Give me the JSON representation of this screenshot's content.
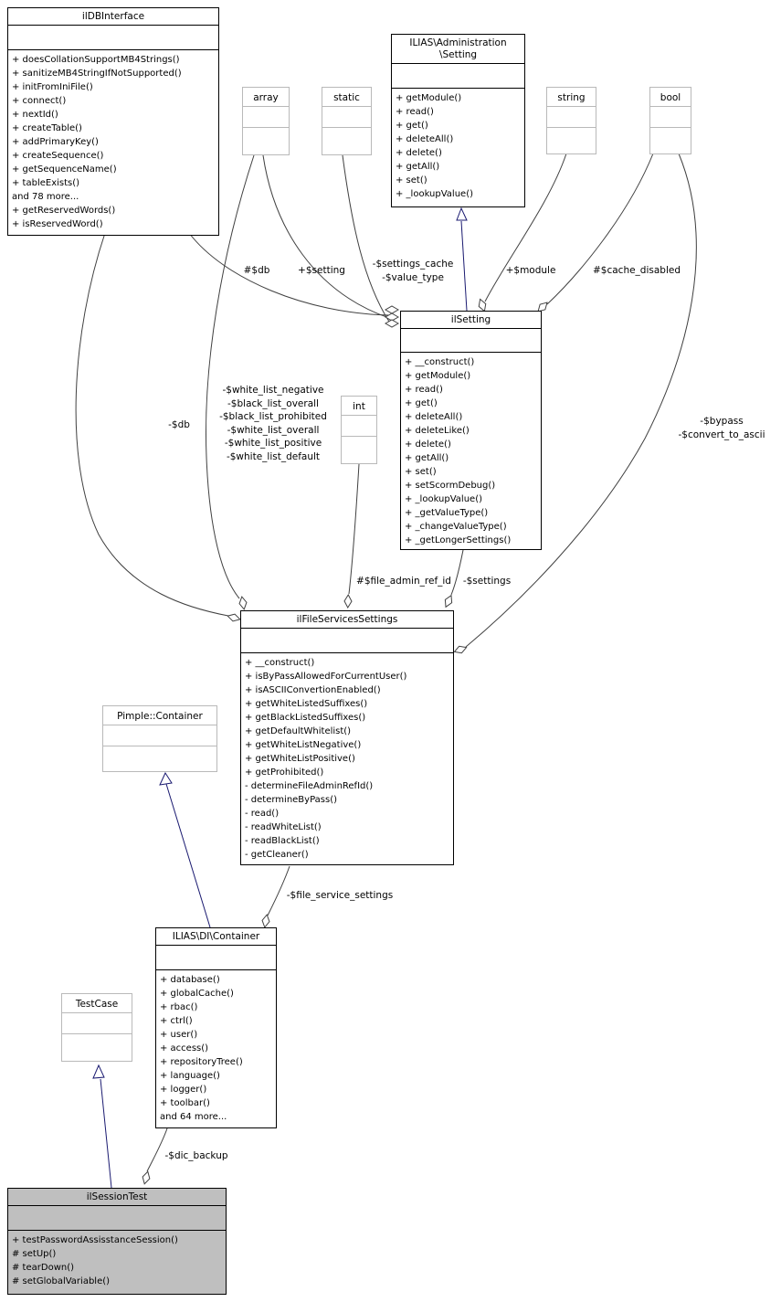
{
  "colors": {
    "class_border": "#000000",
    "primitive_border": "#b9b9b9",
    "inheritance_edge": "#191970",
    "aggregation_edge": "#404040",
    "highlight_fill": "#bfbfbf",
    "background": "#ffffff"
  },
  "classes": [
    {
      "title": "ilDBInterface",
      "methods": [
        "+ doesCollationSupportMB4Strings()",
        "+ sanitizeMB4StringIfNotSupported()",
        "+ initFromIniFile()",
        "+ connect()",
        "+ nextId()",
        "+ createTable()",
        "+ addPrimaryKey()",
        "+ createSequence()",
        "+ getSequenceName()",
        "+ tableExists()",
        "and 78 more...",
        "+ getReservedWords()",
        "+ isReservedWord()"
      ]
    },
    {
      "title": "array",
      "methods": []
    },
    {
      "title": "static",
      "methods": []
    },
    {
      "title": "ILIAS\\Administration\n\\Setting",
      "methods": [
        "+ getModule()",
        "+ read()",
        "+ get()",
        "+ deleteAll()",
        "+ delete()",
        "+ getAll()",
        "+ set()",
        "+ _lookupValue()"
      ]
    },
    {
      "title": "string",
      "methods": []
    },
    {
      "title": "bool",
      "methods": []
    },
    {
      "title": "ilSetting",
      "methods": [
        "+ __construct()",
        "+ getModule()",
        "+ read()",
        "+ get()",
        "+ deleteAll()",
        "+ deleteLike()",
        "+ delete()",
        "+ getAll()",
        "+ set()",
        "+ setScormDebug()",
        "+ _lookupValue()",
        "+ _getValueType()",
        "+ _changeValueType()",
        "+ _getLongerSettings()"
      ]
    },
    {
      "title": "int",
      "methods": []
    },
    {
      "title": "ilFileServicesSettings",
      "methods": [
        "+ __construct()",
        "+ isByPassAllowedForCurrentUser()",
        "+ isASCIIConvertionEnabled()",
        "+ getWhiteListedSuffixes()",
        "+ getBlackListedSuffixes()",
        "+ getDefaultWhitelist()",
        "+ getWhiteListNegative()",
        "+ getWhiteListPositive()",
        "+ getProhibited()",
        "- determineFileAdminRefId()",
        "- determineByPass()",
        "- read()",
        "- readWhiteList()",
        "- readBlackList()",
        "- getCleaner()"
      ]
    },
    {
      "title": "Pimple::Container",
      "methods": []
    },
    {
      "title": "ILIAS\\DI\\Container",
      "methods": [
        "+ database()",
        "+ globalCache()",
        "+ rbac()",
        "+ ctrl()",
        "+ user()",
        "+ access()",
        "+ repositoryTree()",
        "+ language()",
        "+ logger()",
        "+ toolbar()",
        "and 64 more..."
      ]
    },
    {
      "title": "TestCase",
      "methods": []
    },
    {
      "title": "ilSessionTest",
      "methods": [
        "+ testPasswordAssisstanceSession()",
        "# setUp()",
        "# tearDown()",
        "# setGlobalVariable()"
      ]
    }
  ],
  "edge_labels": {
    "db_setting": "#$db",
    "setting": "+$setting",
    "settings_cache": "-$settings_cache\n-$value_type",
    "module": "+$module",
    "cache_disabled": "#$cache_disabled",
    "bypass": "-$bypass\n-$convert_to_ascii",
    "db_file": "-$db",
    "white_lists": "-$white_list_negative\n-$black_list_overall\n-$black_list_prohibited\n-$white_list_overall\n-$white_list_positive\n-$white_list_default",
    "file_admin_ref_id": "#$file_admin_ref_id",
    "settings": "-$settings",
    "file_service_settings": "-$file_service_settings",
    "dic_backup": "-$dic_backup"
  }
}
